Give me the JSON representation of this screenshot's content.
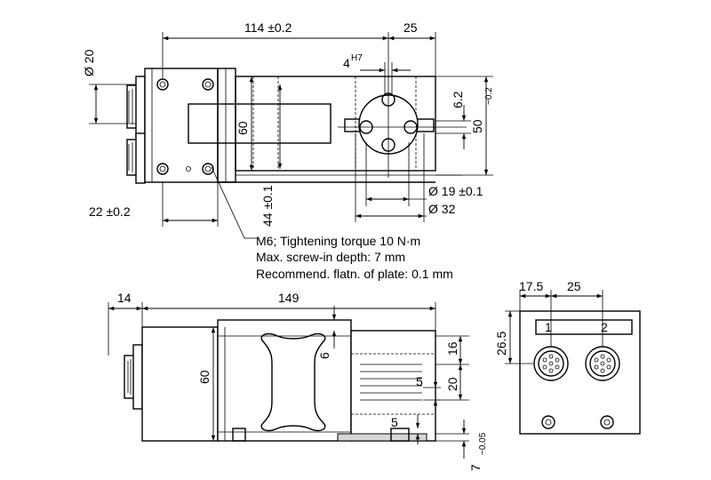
{
  "top_view": {
    "dim_length": "114 ±0.2",
    "dim_offset": "25",
    "dim_hole": "4",
    "dim_hole_tol": "H7",
    "dim_connector_dia": "Ø 20",
    "dim_block_height": "60",
    "dim_hole_spacing": "44 ±0.1",
    "dim_edge_offset": "22 ±0.2",
    "dim_slot": "6.2",
    "dim_plate": "50",
    "dim_plate_tol": "−0.2",
    "dim_bore_small": "Ø 19 ±0.1",
    "dim_bore_large": "Ø 32"
  },
  "note": {
    "line1": "M6; Tightening torque 10 N·m",
    "line2": "Max. screw-in depth: 7 mm",
    "line3": "Recommend. flatn. of plate: 0.1 mm"
  },
  "side_view": {
    "dim_left": "14",
    "dim_total": "149",
    "dim_height": "60",
    "dim_gap": "6",
    "dim_16": "16",
    "dim_20": "20",
    "dim_5a": "5",
    "dim_5b": "5",
    "dim_base": "7",
    "dim_base_tol": "−0.05"
  },
  "end_view": {
    "dim_17_5": "17.5",
    "dim_25": "25",
    "dim_26_5": "26.5",
    "pin_1": "1",
    "pin_2": "2"
  }
}
